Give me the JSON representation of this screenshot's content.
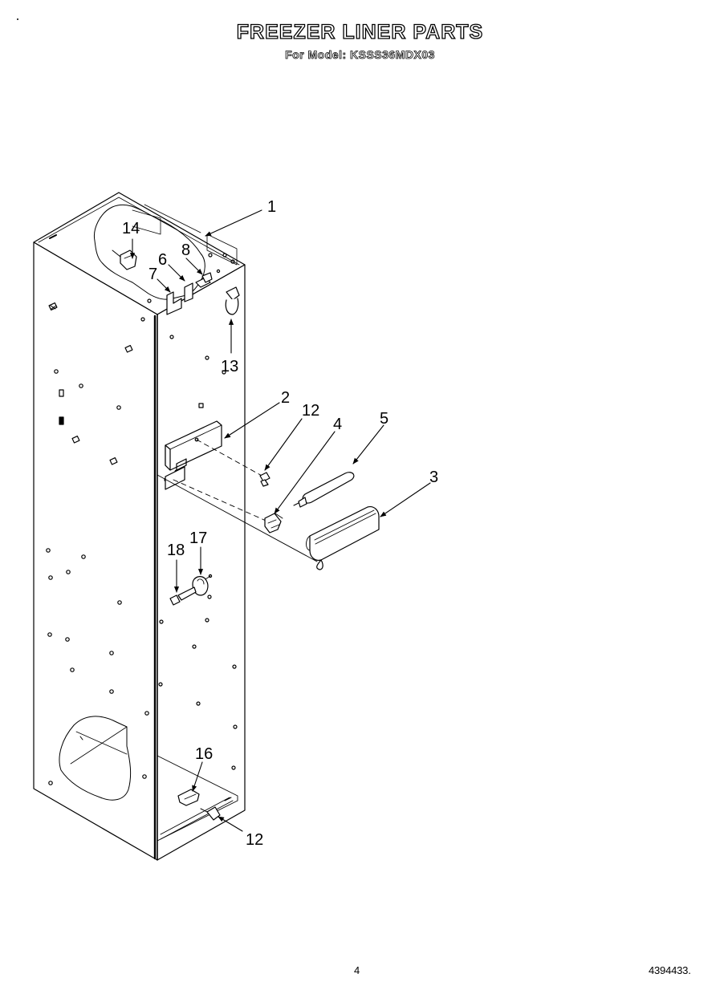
{
  "header": {
    "title": "FREEZER LINER PARTS",
    "model_prefix": "For Model:",
    "model_number": "KSSS36MDX03"
  },
  "callouts": [
    {
      "id": "c1",
      "text": "1"
    },
    {
      "id": "c14",
      "text": "14"
    },
    {
      "id": "c6",
      "text": "6"
    },
    {
      "id": "c8",
      "text": "8"
    },
    {
      "id": "c7",
      "text": "7"
    },
    {
      "id": "c13",
      "text": "13"
    },
    {
      "id": "c2",
      "text": "2"
    },
    {
      "id": "c12a",
      "text": "12"
    },
    {
      "id": "c4",
      "text": "4"
    },
    {
      "id": "c5",
      "text": "5"
    },
    {
      "id": "c3",
      "text": "3"
    },
    {
      "id": "c17",
      "text": "17"
    },
    {
      "id": "c18",
      "text": "18"
    },
    {
      "id": "c16",
      "text": "16"
    },
    {
      "id": "c12b",
      "text": "12"
    }
  ],
  "footer": {
    "page_number": "4",
    "document_number": "4394433."
  }
}
